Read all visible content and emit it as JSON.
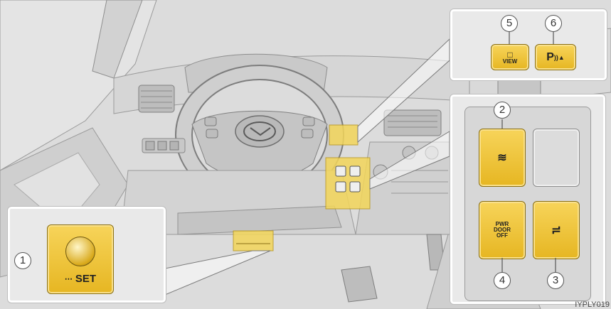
{
  "callouts": {
    "n1": "1",
    "n2": "2",
    "n3": "3",
    "n4": "4",
    "n5": "5",
    "n6": "6"
  },
  "buttons": {
    "set_label": "SET",
    "view_label": "VIEW",
    "pwr_door_off": [
      "PWR",
      "DOOR",
      "OFF"
    ]
  },
  "image_code": "IYPLY019",
  "colors": {
    "button_yellow": "#f0c53a",
    "highlight_yellow": "#f3d65a",
    "panel_grey": "#e9e9e9",
    "line_grey": "#8a8a8a"
  },
  "icons": {
    "btn1": "round-button-knob-icon",
    "btn1_symbol": "car-distance-icon",
    "btn2": "pre-collision-car-icon",
    "btn3": "suv-rear-door-icon",
    "btn5": "camera-view-icon",
    "btn6": "parking-sensor-icon"
  }
}
